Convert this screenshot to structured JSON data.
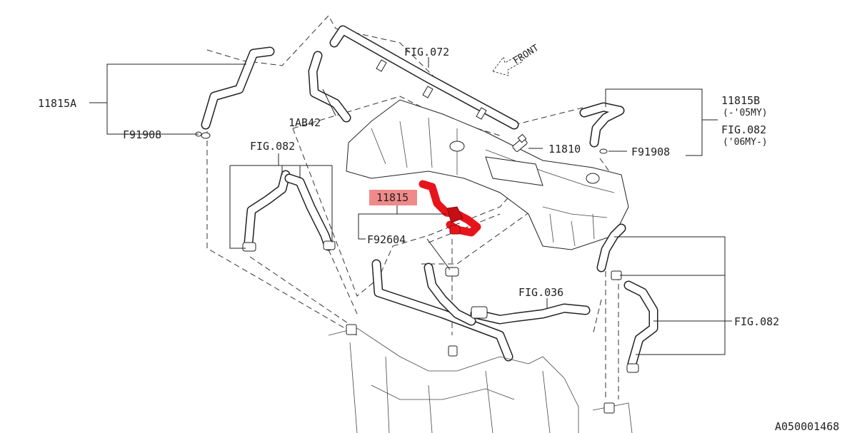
{
  "diagram": {
    "callouts": {
      "c11815A": "11815A",
      "cF91908_left": "F91908",
      "cFIG072": "FIG.072",
      "cFRONT": "FRONT",
      "c1AB42": "1AB42",
      "cFIG082_left": "FIG.082",
      "c11815B": "11815B",
      "c05MY": "(-'05MY)",
      "cFIG082_right": "FIG.082",
      "c06MY": "('06MY-)",
      "c11810": "11810",
      "cF91908_right": "F91908",
      "c11815": "11815",
      "cF92604": "F92604",
      "cFIG036": "FIG.036",
      "cFIG082_lower": "FIG.082"
    },
    "figure_code": "A050001468",
    "colors": {
      "highlight_part": "#e8141c",
      "highlight_label_bg": "#f08a8a",
      "line": "#222222"
    }
  }
}
